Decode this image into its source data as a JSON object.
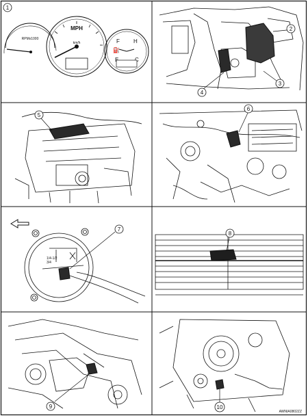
{
  "callouts": {
    "c1": "1",
    "c2": "2",
    "c3": "3",
    "c4": "4",
    "c5": "5",
    "c6": "6",
    "c7": "7",
    "c8": "8",
    "c9": "9",
    "c10": "10"
  },
  "gauge": {
    "rpm_label": "RPMx1000",
    "speed_label": "MPH",
    "speed_sub": "km/h",
    "fuel_f": "F",
    "fuel_e": "E",
    "temp_h": "H",
    "temp_c": "C"
  },
  "panel7": {
    "tag_line1": "1/4-1/2",
    "tag_line2": "3/4"
  },
  "reference_code": "AWNIA0802ZZ",
  "colors": {
    "line": "#111111",
    "paper": "#ffffff",
    "dark_part": "#2a2a2a"
  }
}
